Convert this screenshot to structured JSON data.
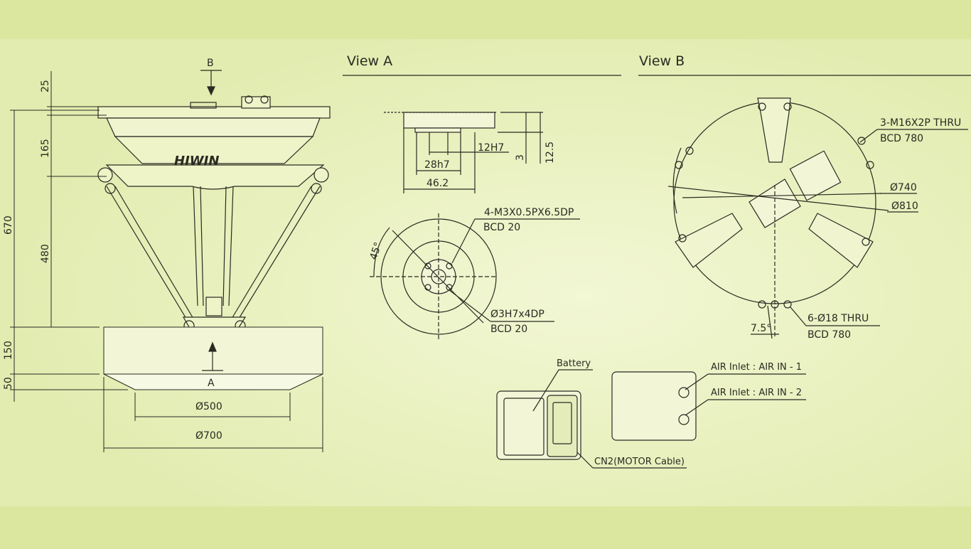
{
  "views": {
    "a": "View A",
    "b": "View B"
  },
  "markers": {
    "b": "B",
    "a": "A"
  },
  "logo": "HIWIN",
  "main": {
    "dims_vertical": [
      "25",
      "165",
      "670",
      "480",
      "150",
      "50"
    ],
    "dia_500": "Ø500",
    "dia_700": "Ø700"
  },
  "view_a": {
    "d_12h7": "12H7",
    "d_3": "3",
    "d_12_5": "12.5",
    "d_28h7": "28h7",
    "d_46_2": "46.2",
    "holes_label": "4-M3X0.5PX6.5DP",
    "holes_bcd": "BCD 20",
    "angle": "45°",
    "pin_label": "Ø3H7x4DP",
    "pin_bcd": "BCD 20"
  },
  "view_b": {
    "thru3_label": "3-M16X2P THRU",
    "thru3_bcd": "BCD 780",
    "dia_740": "Ø740",
    "dia_810": "Ø810",
    "thru6_label": "6-Ø18 THRU",
    "thru6_bcd": "BCD 780",
    "angle": "7.5°"
  },
  "panels": {
    "battery": "Battery",
    "cn2": "CN2(MOTOR Cable)",
    "air1": "AIR Inlet : AIR IN - 1",
    "air2": "AIR Inlet : AIR IN - 2"
  },
  "colors": {
    "band": "#dbe79e",
    "sheet": "#e6f0b8",
    "ink": "#2a2a22"
  }
}
